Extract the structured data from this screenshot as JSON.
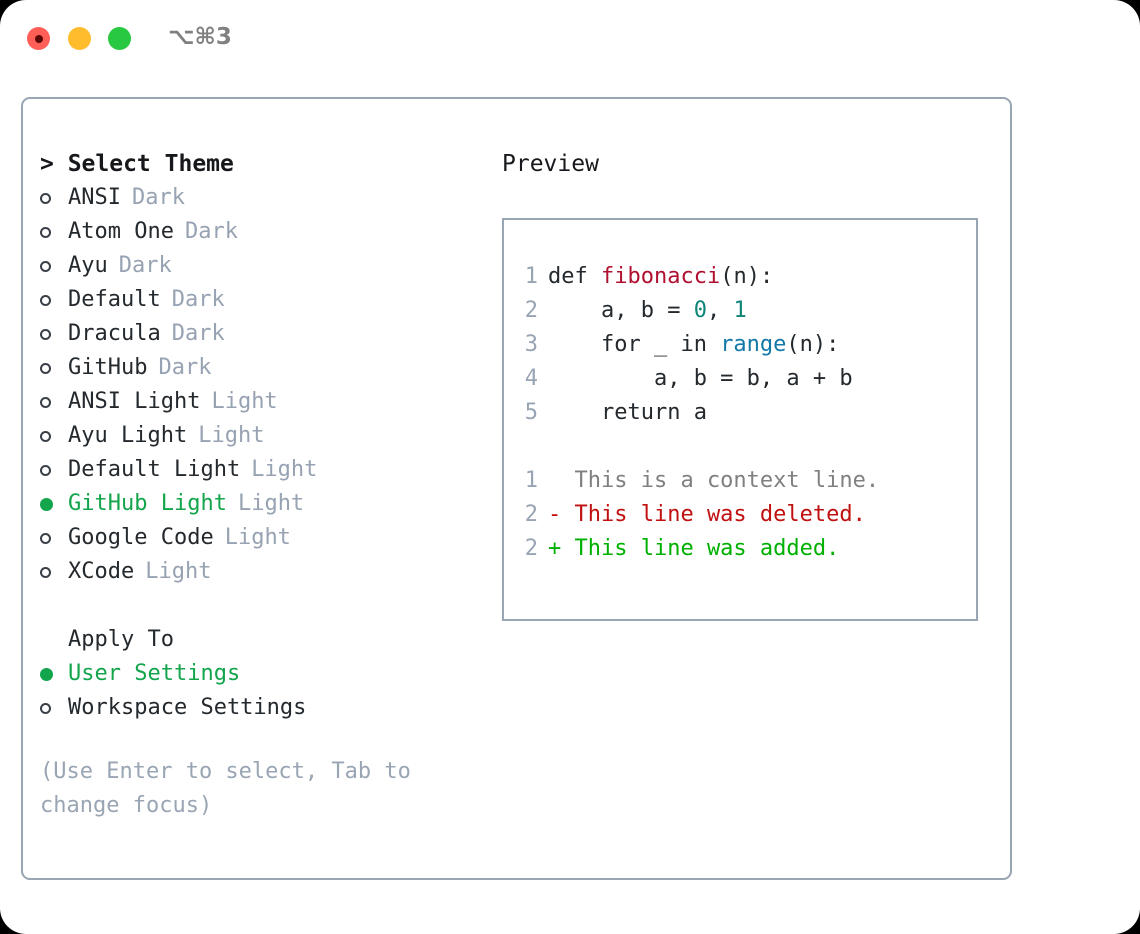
{
  "titlebar": {
    "shortcut": "⌥⌘3",
    "buttons": [
      "close",
      "minimize",
      "zoom"
    ]
  },
  "left": {
    "header": "> Select Theme",
    "themes": [
      {
        "marker": "hollow",
        "name": "ANSI",
        "badge": "Dark",
        "selected": false
      },
      {
        "marker": "hollow",
        "name": "Atom One",
        "badge": "Dark",
        "selected": false
      },
      {
        "marker": "hollow",
        "name": "Ayu",
        "badge": "Dark",
        "selected": false
      },
      {
        "marker": "hollow",
        "name": "Default",
        "badge": "Dark",
        "selected": false
      },
      {
        "marker": "hollow",
        "name": "Dracula",
        "badge": "Dark",
        "selected": false
      },
      {
        "marker": "hollow",
        "name": "GitHub",
        "badge": "Dark",
        "selected": false
      },
      {
        "marker": "hollow",
        "name": "ANSI Light",
        "badge": "Light",
        "selected": false
      },
      {
        "marker": "hollow",
        "name": "Ayu Light",
        "badge": "Light",
        "selected": false
      },
      {
        "marker": "hollow",
        "name": "Default Light",
        "badge": "Light",
        "selected": false
      },
      {
        "marker": "filled",
        "name": "GitHub Light",
        "badge": "Light",
        "selected": true
      },
      {
        "marker": "hollow",
        "name": "Google Code",
        "badge": "Light",
        "selected": false
      },
      {
        "marker": "hollow",
        "name": "XCode",
        "badge": "Light",
        "selected": false
      }
    ],
    "apply_to_label": "Apply To",
    "apply_to_options": [
      {
        "marker": "filled",
        "name": "User Settings",
        "selected": true
      },
      {
        "marker": "hollow",
        "name": "Workspace Settings",
        "selected": false
      }
    ],
    "hint": "(Use Enter to select, Tab to change focus)"
  },
  "right": {
    "title": "Preview",
    "code_lines": [
      {
        "no": "1",
        "tokens": [
          {
            "t": "def ",
            "c": "plain"
          },
          {
            "t": "fibonacci",
            "c": "fn"
          },
          {
            "t": "(n):",
            "c": "plain"
          }
        ]
      },
      {
        "no": "2",
        "tokens": [
          {
            "t": "    a, b = ",
            "c": "plain"
          },
          {
            "t": "0",
            "c": "num"
          },
          {
            "t": ", ",
            "c": "plain"
          },
          {
            "t": "1",
            "c": "num"
          }
        ]
      },
      {
        "no": "3",
        "tokens": [
          {
            "t": "    for _ in ",
            "c": "plain"
          },
          {
            "t": "range",
            "c": "builtin"
          },
          {
            "t": "(n):",
            "c": "plain"
          }
        ]
      },
      {
        "no": "4",
        "tokens": [
          {
            "t": "        a, b = b, a + b",
            "c": "plain"
          }
        ]
      },
      {
        "no": "5",
        "tokens": [
          {
            "t": "    return a",
            "c": "plain"
          }
        ]
      }
    ],
    "diff_lines": [
      {
        "no": "1",
        "text": "  This is a context line.",
        "kind": "ctx"
      },
      {
        "no": "2",
        "text": "- This line was deleted.",
        "kind": "del"
      },
      {
        "no": "2",
        "text": "+ This line was added.",
        "kind": "add"
      }
    ]
  },
  "colors": {
    "accent_green": "#13a54b",
    "muted": "#97a2b2",
    "border": "#9aa5b4",
    "text": "#24292e",
    "diff_add": "#00b000",
    "diff_del": "#c01010",
    "diff_ctx": "#808080",
    "fn": "#b01030",
    "num": "#0c8577",
    "builtin": "#1178a8",
    "traffic_red": "#ff5f57",
    "traffic_yellow": "#ffbd2e",
    "traffic_green": "#28c840"
  }
}
